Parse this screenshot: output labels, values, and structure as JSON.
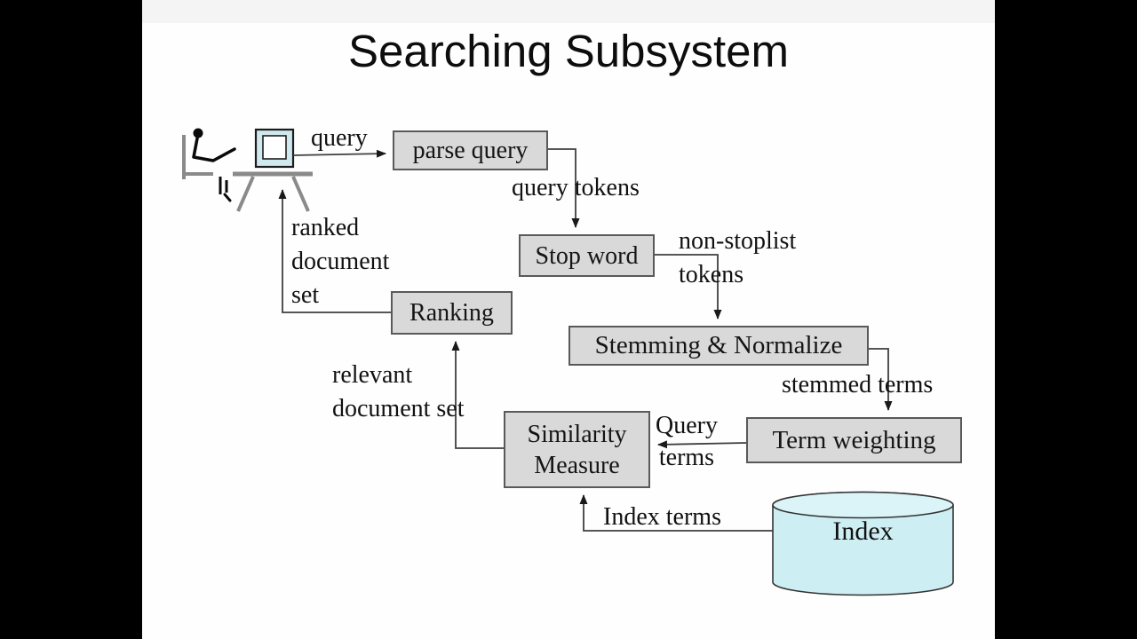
{
  "slide": {
    "title": "Searching Subsystem"
  },
  "nodes": {
    "parse_query": {
      "label": "parse query"
    },
    "stop_word": {
      "label": "Stop word"
    },
    "ranking": {
      "label": "Ranking"
    },
    "stemming": {
      "label": "Stemming & Normalize"
    },
    "similarity": {
      "label": "Similarity Measure"
    },
    "term_weighting": {
      "label": "Term weighting"
    },
    "index": {
      "label": "Index"
    }
  },
  "edges": {
    "query": "query",
    "query_tokens": "query tokens",
    "non_stoplist_lines": [
      "non-stoplist",
      "tokens"
    ],
    "ranked_lines": [
      "ranked",
      "document",
      "set"
    ],
    "relevant_lines": [
      "relevant",
      "document set"
    ],
    "stemmed_terms": "stemmed terms",
    "query_terms_lines": [
      "Query",
      "terms"
    ],
    "index_terms": "Index terms"
  },
  "icons": {
    "user": "user-at-computer-icon",
    "monitor": "monitor-icon",
    "desk": "desk-icon",
    "database": "database-cylinder-icon",
    "arrows": "flow-arrow"
  },
  "colors": {
    "letterbox": "#000000",
    "slide_background": "#fefefe",
    "box_fill": "#d9d9d9",
    "box_border": "#595959",
    "cylinder_fill": "#cdeef3",
    "cylinder_top_fill": "#daf4f7",
    "monitor_screen": "#cfe9ee",
    "connector": "#3f3f3f",
    "furniture_gray": "#8a8a8a"
  }
}
